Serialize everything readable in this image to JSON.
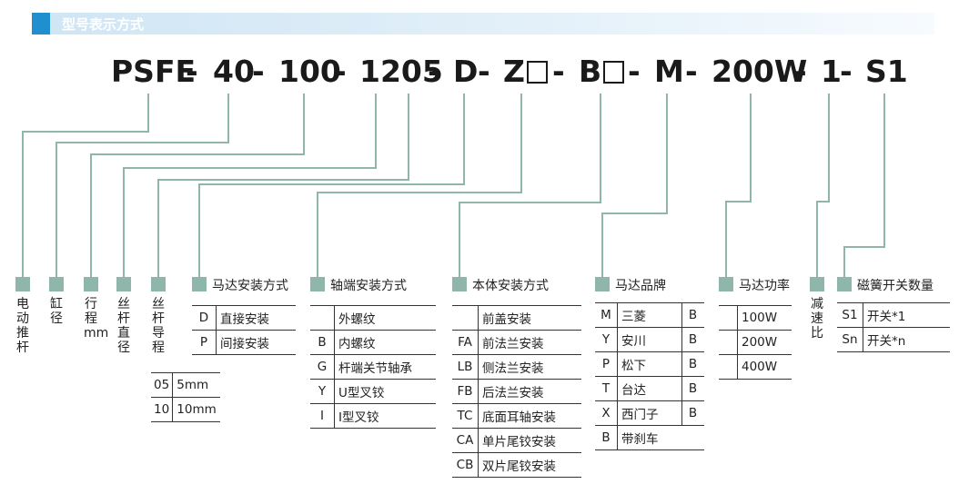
{
  "header": {
    "title": "型号表示方式"
  },
  "code": {
    "parts": [
      "PSFE",
      "40",
      "100",
      "1205",
      "D",
      "Z",
      "B",
      "M",
      "200W",
      "1",
      "S1"
    ],
    "sep": "-"
  },
  "fields": {
    "motor": "电动推杆",
    "bore": "缸径",
    "stroke": "行程mm",
    "screw_dia": "丝杆直径",
    "screw_lead": "丝杆导程",
    "motor_mount": "马达安装方式",
    "shaft_end": "轴端安装方式",
    "body_mount": "本体安装方式",
    "motor_brand": "马达品牌",
    "motor_power": "马达功率",
    "reducer": "减速比",
    "switch_count": "磁簧开关数量"
  },
  "lead_options": [
    {
      "key": "05",
      "value": "5mm"
    },
    {
      "key": "10",
      "value": "10mm"
    }
  ],
  "motor_mount_options": [
    {
      "key": "D",
      "value": "直接安装"
    },
    {
      "key": "P",
      "value": "间接安装"
    }
  ],
  "shaft_end_options": [
    {
      "key": "",
      "value": "外螺纹"
    },
    {
      "key": "B",
      "value": "内螺纹"
    },
    {
      "key": "G",
      "value": "杆端关节轴承"
    },
    {
      "key": "Y",
      "value": "U型叉铰"
    },
    {
      "key": "I",
      "value": "I型叉铰"
    }
  ],
  "body_mount_options": [
    {
      "key": "",
      "value": "前盖安装"
    },
    {
      "key": "FA",
      "value": "前法兰安装"
    },
    {
      "key": "LB",
      "value": "侧法兰安装"
    },
    {
      "key": "FB",
      "value": "后法兰安装"
    },
    {
      "key": "TC",
      "value": "底面耳轴安装"
    },
    {
      "key": "CA",
      "value": "单片尾铰安装"
    },
    {
      "key": "CB",
      "value": "双片尾铰安装"
    }
  ],
  "brand_options": [
    {
      "key": "M",
      "value": "三菱",
      "b": "B"
    },
    {
      "key": "Y",
      "value": "安川",
      "b": "B"
    },
    {
      "key": "P",
      "value": "松下",
      "b": "B"
    },
    {
      "key": "T",
      "value": "台达",
      "b": "B"
    },
    {
      "key": "X",
      "value": "西门子",
      "b": "B"
    },
    {
      "key": "B",
      "value": "带刹车",
      "b": ""
    }
  ],
  "power_options": [
    "100W",
    "200W",
    "400W"
  ],
  "switch_options": [
    {
      "key": "S1",
      "value": "开关*1"
    },
    {
      "key": "Sn",
      "value": "开关*n"
    }
  ],
  "colors": {
    "accent": "#1f8fd0",
    "line": "#8eb6aa",
    "marker": "#8eb6aa"
  }
}
